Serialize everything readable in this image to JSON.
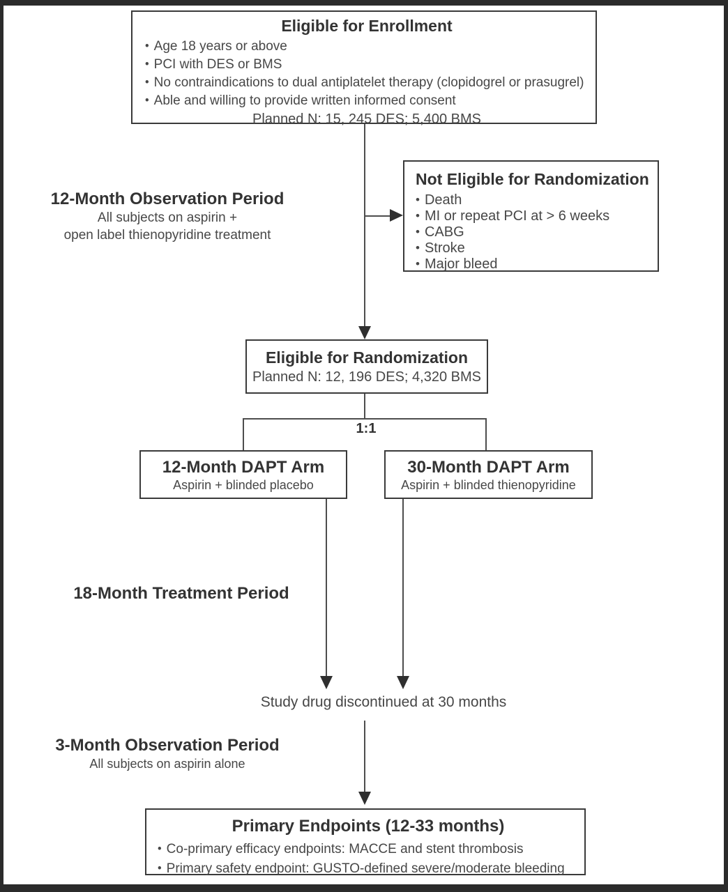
{
  "diagram": {
    "bullet_char": "•",
    "colors": {
      "ink": "#333333",
      "body_ink": "#474747",
      "box_border": "#3a3a3a",
      "connector_line": "#4d4d4d",
      "arrowhead": "#2f2f2f",
      "frame": "#2b2b2b",
      "background": "#ffffff"
    },
    "enrollment_box": {
      "title": "Eligible for Enrollment",
      "bullets": [
        "Age 18 years or above",
        "PCI with DES or BMS",
        "No contraindications to dual antiplatelet therapy (clopidogrel or prasugrel)",
        "Able and willing to provide written informed consent"
      ],
      "planned_n": "Planned N: 15, 245 DES; 5,400 BMS"
    },
    "observation12_label": {
      "title": "12-Month Observation Period",
      "line1": "All subjects on aspirin +",
      "line2": "open label thienopyridine treatment"
    },
    "not_eligible_box": {
      "title": "Not Eligible for Randomization",
      "bullets": [
        "Death",
        "MI or repeat PCI at > 6 weeks",
        "CABG",
        "Stroke",
        "Major bleed"
      ]
    },
    "randomization_box": {
      "title": "Eligible for Randomization",
      "planned_n": "Planned N: 12, 196 DES; 4,320 BMS"
    },
    "ratio_label": "1:1",
    "arm12_box": {
      "title": "12-Month DAPT Arm",
      "subtitle": "Aspirin + blinded placebo"
    },
    "arm30_box": {
      "title": "30-Month DAPT Arm",
      "subtitle": "Aspirin + blinded thienopyridine"
    },
    "treatment_label": "18-Month Treatment Period",
    "discontinue_label": "Study drug discontinued at 30 months",
    "observation3_label": {
      "title": "3-Month Observation Period",
      "subtitle": "All subjects on aspirin alone"
    },
    "endpoints_box": {
      "title": "Primary Endpoints (12-33 months)",
      "bullets": [
        "Co-primary efficacy endpoints: MACCE and stent thrombosis",
        "Primary safety endpoint: GUSTO-defined severe/moderate bleeding"
      ]
    }
  }
}
